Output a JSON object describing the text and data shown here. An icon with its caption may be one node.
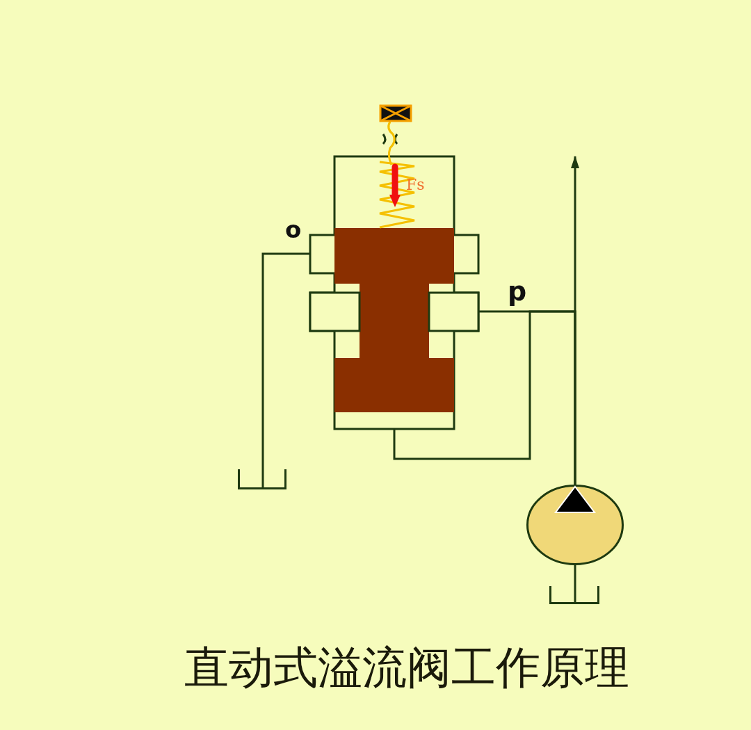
{
  "diagram": {
    "title": "直动式溢流阀工作原理",
    "nodes": [
      {
        "text": [],
        "shape": "box"
      },
      {
        "text": [],
        "shape": "tank"
      },
      {
        "text": [],
        "shape": "circle"
      },
      {
        "text": [],
        "shape": "tank"
      }
    ],
    "edges": [
      {
        "from": 0,
        "to": 1,
        "arrow": "none"
      },
      {
        "from": 2,
        "to": 0,
        "arrow": "none"
      },
      {
        "from": 2,
        "to": 0,
        "arrow": "none"
      },
      {
        "from": 2,
        "to": null,
        "arrow": "to"
      },
      {
        "from": 2,
        "to": 3,
        "arrow": "none"
      }
    ],
    "labels": [
      "Fs",
      "o",
      "p"
    ]
  }
}
